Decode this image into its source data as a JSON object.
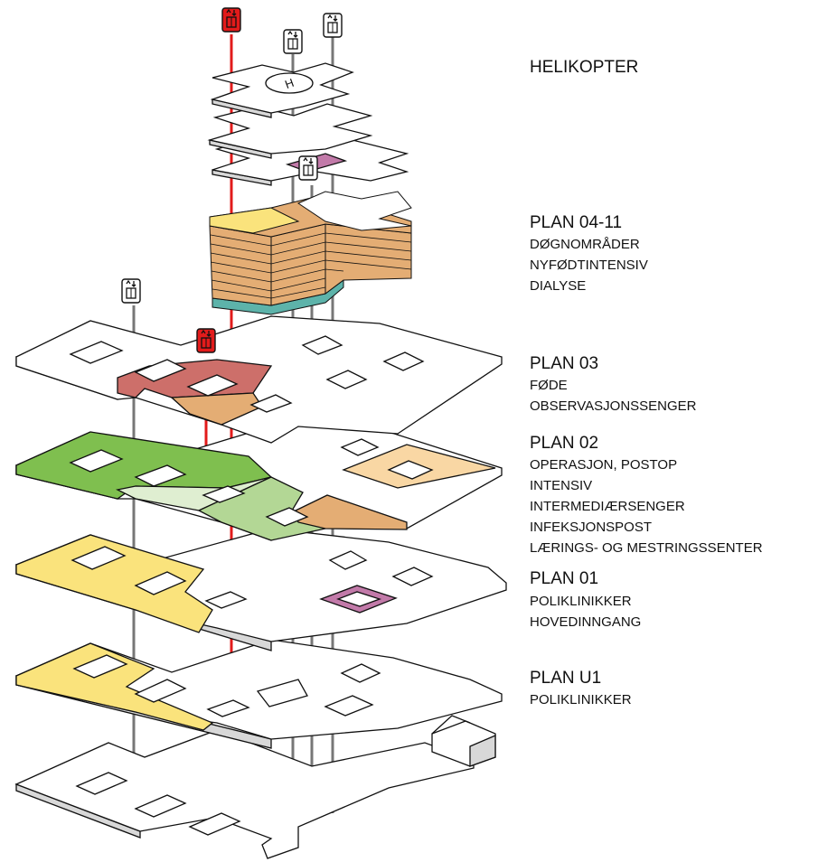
{
  "colors": {
    "outline": "#111111",
    "white_floor": "#ffffff",
    "side_grey": "#d8d8d8",
    "red_shaft": "#e21b1b",
    "grey_shaft": "#777777",
    "salmon": "#cd6f6a",
    "orange": "#e4ad74",
    "orange_side": "#c98c55",
    "light_orange": "#f9d7a4",
    "green_dark": "#7fbf4f",
    "green_mid": "#b3d795",
    "green_light": "#dfeed1",
    "yellow": "#fae37c",
    "pink": "#c27aa9",
    "teal": "#5db3aa",
    "elevator_box": "#ffffff",
    "elevator_box_red": "#e21b1b"
  },
  "icons": {
    "elevator": "elevator-icon",
    "helipad": "helipad-icon",
    "building": "small-building-icon"
  },
  "helipad_letter": "H",
  "levels": [
    {
      "id": "helikopter",
      "title": "HELIKOPTER",
      "items": []
    },
    {
      "id": "plan-04-11",
      "title": "PLAN 04-11",
      "items": [
        "DØGNOMRÅDER",
        "NYFØDTINTENSIV",
        "DIALYSE"
      ]
    },
    {
      "id": "plan-03",
      "title": "PLAN 03",
      "items": [
        "FØDE",
        "OBSERVASJONSSENGER"
      ]
    },
    {
      "id": "plan-02",
      "title": "PLAN 02",
      "items": [
        "OPERASJON, POSTOP",
        "INTENSIV",
        "INTERMEDIÆRSENGER",
        "INFEKSJONSPOST",
        "LÆRINGS- OG MESTRINGSSENTER"
      ]
    },
    {
      "id": "plan-01",
      "title": "PLAN 01",
      "items": [
        "POLIKLINIKKER",
        "HOVEDINNGANG"
      ]
    },
    {
      "id": "plan-u1",
      "title": "PLAN U1",
      "items": [
        "POLIKLINIKKER"
      ]
    }
  ]
}
